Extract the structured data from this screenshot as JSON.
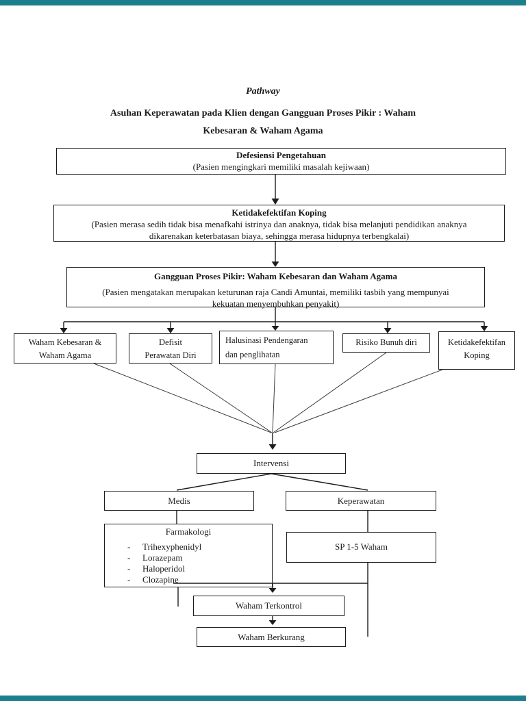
{
  "page": {
    "background": "#ffffff",
    "band_color": "#1b7f8e",
    "line_color": "#1c1c1c"
  },
  "header": {
    "pathway": "Pathway",
    "title_line1": "Asuhan Keperawatan pada Klien dengan Gangguan Proses Pikir : Waham",
    "title_line2": "Kebesaran & Waham Agama"
  },
  "flow": {
    "defesiensi": {
      "title": "Defesiensi Pengetahuan",
      "subtitle": "(Pasien mengingkari memiliki masalah kejiwaan)"
    },
    "koping": {
      "title": "Ketidakefektifan Koping",
      "subtitle": "(Pasien merasa sedih tidak bisa menafkahi istrinya dan anaknya, tidak bisa melanjuti pendidikan anaknya\ndikarenakan keterbatasan biaya, sehingga merasa hidupnya terbengkalai)"
    },
    "gangguan": {
      "title": "Gangguan Proses Pikir: Waham Kebesaran dan Waham Agama",
      "subtitle": "(Pasien mengatakan merupakan keturunan raja Candi Amuntai, memiliki tasbih yang mempunyai\nkekuatan menyembuhkan penyakit)"
    },
    "diagnoses": [
      {
        "label": "Waham Kebesaran &\nWaham Agama"
      },
      {
        "label": "Defisit\nPerawatan Diri"
      },
      {
        "label": "Halusinasi Pendengaran\ndan penglihatan"
      },
      {
        "label": "Risiko Bunuh diri"
      },
      {
        "label": "Ketidakefektifan\nKoping"
      }
    ],
    "intervensi": {
      "label": "Intervensi"
    },
    "medis": {
      "label": "Medis"
    },
    "keperawatan": {
      "label": "Keperawatan"
    },
    "farmakologi": {
      "title": "Farmakologi",
      "bullet": "-",
      "items": [
        "Trihexyphenidyl",
        "Lorazepam",
        "Haloperidol",
        "Clozapine"
      ]
    },
    "sp_waham": {
      "label": "SP 1-5 Waham"
    },
    "terkontrol": {
      "label": "Waham Terkontrol"
    },
    "berkurang": {
      "label": "Waham Berkurang"
    }
  }
}
